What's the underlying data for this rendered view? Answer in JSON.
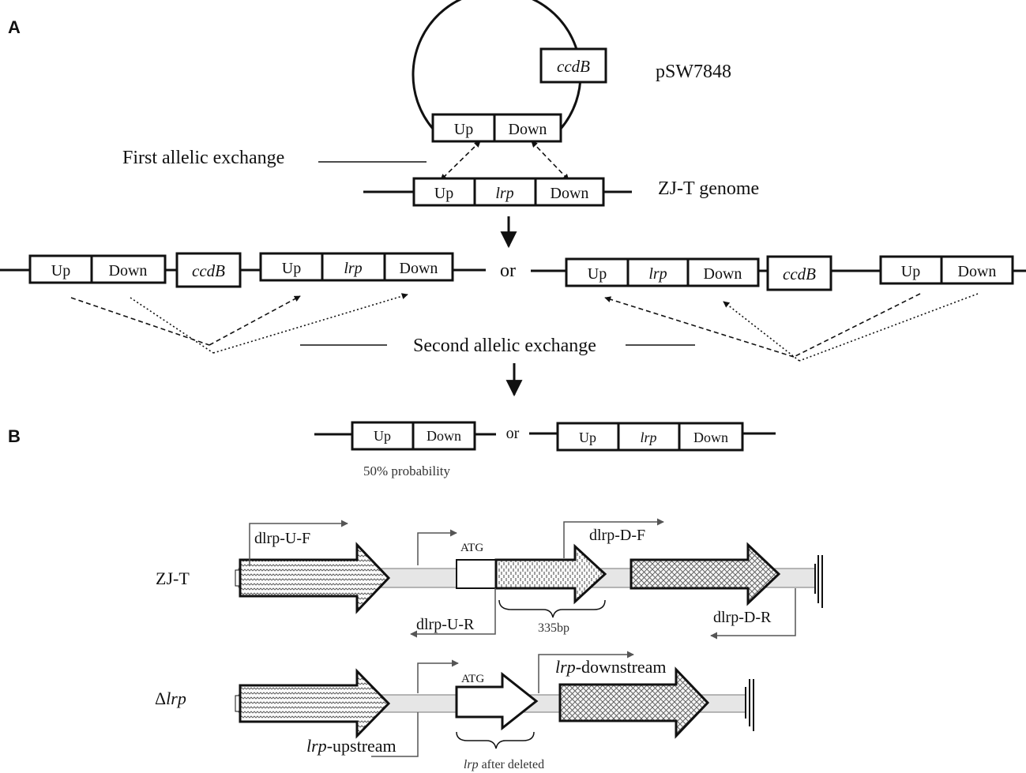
{
  "panel_labels": {
    "a": "A",
    "b": "B"
  },
  "plasmid": {
    "name": "pSW7848",
    "ccdb": "ccdB",
    "up": "Up",
    "down": "Down"
  },
  "first_exchange": "First allelic exchange",
  "genome": {
    "label": "ZJ-T genome",
    "up": "Up",
    "lrp": "lrp",
    "down": "Down"
  },
  "intermediate_left": {
    "up1": "Up",
    "down1": "Down",
    "ccdb": "ccdB",
    "up2": "Up",
    "lrp": "lrp",
    "down2": "Down"
  },
  "or_word": "or",
  "intermediate_right": {
    "up1": "Up",
    "lrp": "lrp",
    "down1": "Down",
    "ccdb": "ccdB",
    "up2": "Up",
    "down2": "Down"
  },
  "second_exchange": "Second allelic exchange",
  "result_left": {
    "up": "Up",
    "down": "Down",
    "note": "50% probability"
  },
  "result_right": {
    "up": "Up",
    "lrp": "lrp",
    "down": "Down"
  },
  "zjt": {
    "label": "ZJ-T",
    "primers": {
      "u_f": "dlrp-U-F",
      "u_r": "dlrp-U-R",
      "d_f": "dlrp-D-F",
      "d_r": "dlrp-D-R"
    },
    "atg": "ATG",
    "size": "335bp"
  },
  "mutant": {
    "label_prefix": "Δ",
    "label_gene": "lrp",
    "atg": "ATG",
    "upstream_gene": "lrp",
    "upstream_suffix": "-upstream",
    "downstream_gene": "lrp",
    "downstream_suffix": "-downstream",
    "deleted_gene": "lrp",
    "deleted_suffix": " after deleted"
  }
}
